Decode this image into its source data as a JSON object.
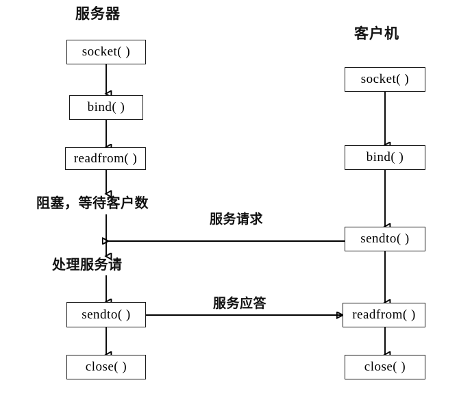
{
  "diagram": {
    "title_server": "服务器",
    "title_client": "客户机",
    "columns": [
      {
        "id": "server",
        "heading": "服务器",
        "nodes": [
          {
            "id": "server-socket",
            "label": "socket( )"
          },
          {
            "id": "server-bind",
            "label": "bind( )"
          },
          {
            "id": "server-readfrom",
            "label": "readfrom( )"
          },
          {
            "id": "server-sendto",
            "label": "sendto( )"
          },
          {
            "id": "server-close",
            "label": "close( )"
          }
        ],
        "notes": [
          {
            "id": "server-note-block",
            "text": "阻塞，等待客户数"
          },
          {
            "id": "server-note-handle",
            "text": "处理服务请"
          }
        ]
      },
      {
        "id": "client",
        "heading": "客户机",
        "nodes": [
          {
            "id": "client-socket",
            "label": "socket( )"
          },
          {
            "id": "client-bind",
            "label": "bind( )"
          },
          {
            "id": "client-sendto",
            "label": "sendto( )"
          },
          {
            "id": "client-readfrom",
            "label": "readfrom( )"
          },
          {
            "id": "client-close",
            "label": "close( )"
          }
        ],
        "notes": []
      }
    ],
    "cross_edges": [
      {
        "id": "request-edge",
        "label": "服务请求",
        "from": "client-sendto",
        "to": "server-flow",
        "direction": "right-to-left"
      },
      {
        "id": "response-edge",
        "label": "服务应答",
        "from": "server-sendto",
        "to": "client-readfrom",
        "direction": "left-to-right"
      }
    ],
    "colors": {
      "stroke": "#000000",
      "background": "#ffffff",
      "text": "#111111"
    }
  }
}
